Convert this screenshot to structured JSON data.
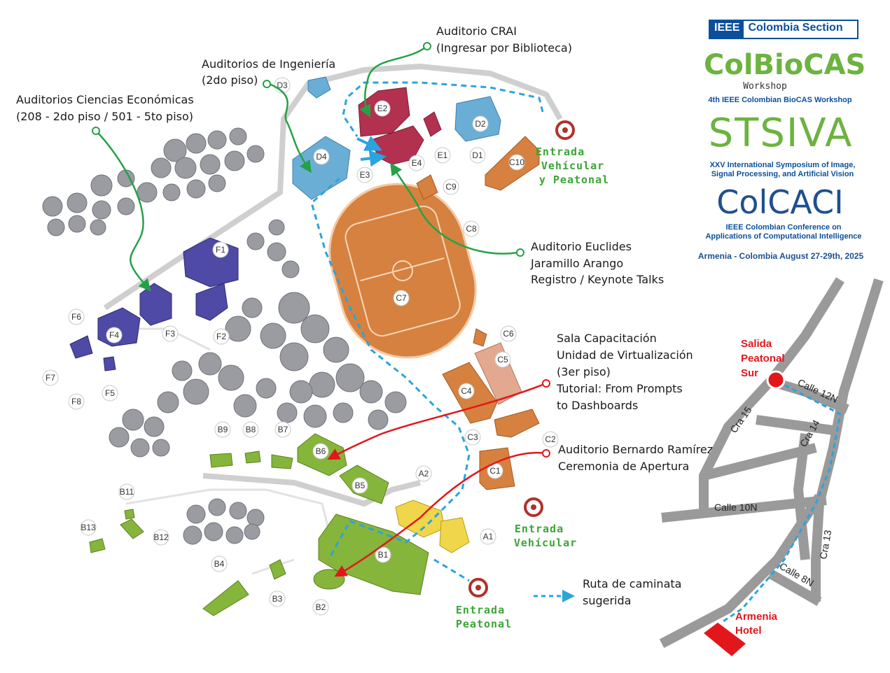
{
  "labels": {
    "crai": [
      "Auditorio CRAI",
      "(Ingresar por Biblioteca)"
    ],
    "ingenieria": [
      "Auditorios de Ingeniería",
      "(2do piso)"
    ],
    "economicas": [
      "Auditorios Ciencias Económicas",
      "(208 - 2do piso / 501 - 5to piso)"
    ],
    "euclides": [
      "Auditorio Euclides",
      "Jaramillo Arango",
      "Registro / Keynote Talks"
    ],
    "sala": [
      "Sala Capacitación",
      "Unidad de Virtualización",
      "(3er piso)",
      "Tutorial:  From Prompts",
      "to Dashboards"
    ],
    "bernardo": [
      "Auditorio Bernardo Ramírez",
      "Ceremonia de Apertura"
    ],
    "ruta": [
      "Ruta de caminata",
      "sugerida"
    ]
  },
  "entrances": {
    "vehicular_peatonal": [
      "Entrada",
      "Vehícular",
      "y Peatonal"
    ],
    "vehicular": [
      "Entrada",
      "Vehícular"
    ],
    "peatonal": [
      "Entrada",
      "Peatonal"
    ]
  },
  "buildings": [
    "D3",
    "E2",
    "D2",
    "D4",
    "E1",
    "D1",
    "C10",
    "E3",
    "E4",
    "C9",
    "C8",
    "C7",
    "F1",
    "F6",
    "F4",
    "F3",
    "F2",
    "F7",
    "F5",
    "F8",
    "C6",
    "C5",
    "C4",
    "C3",
    "C2",
    "C1",
    "B9",
    "B8",
    "B7",
    "B6",
    "B5",
    "A2",
    "B11",
    "B13",
    "B12",
    "A1",
    "B1",
    "B4",
    "B3",
    "B2"
  ],
  "streets": {
    "calle12n": "Calle 12N",
    "cra15": "Cra 15",
    "cra14": "Cra 14",
    "calle10n": "Calle 10N",
    "cra13": "Cra 13",
    "calle8n": "Calle 8N"
  },
  "salida": [
    "Salida",
    "Peatonal",
    "Sur"
  ],
  "hotel": [
    "Armenia",
    "Hotel"
  ],
  "header": {
    "ieee_a": "IEEE",
    "ieee_b": "Colombia Section",
    "colbiocas": "ColBioCAS",
    "workshop": "Workshop",
    "colbiocas_sub": "4th IEEE Colombian BioCAS Workshop",
    "stsiva": "STSIVA",
    "stsiva_sub1": "XXV International Symposium of Image,",
    "stsiva_sub2": "Signal Processing, and Artificial Vision",
    "colcaci": "ColCACI",
    "colcaci_sub1": "IEEE Colombian Conference on",
    "colcaci_sub2": "Applications of Computational Intelligence",
    "footer": "Armenia - Colombia   August 27-29th, 2025"
  },
  "colors": {
    "engineering": "#6aaed6",
    "crai": "#b2314f",
    "sports": "#d6813f",
    "economics": "#4e4aa6",
    "green_blocks": "#86b53b",
    "yellow_blocks": "#f0d64a",
    "route": "#2aa4de",
    "green_arrow": "#24a146",
    "red_arrow": "#e2171c"
  }
}
